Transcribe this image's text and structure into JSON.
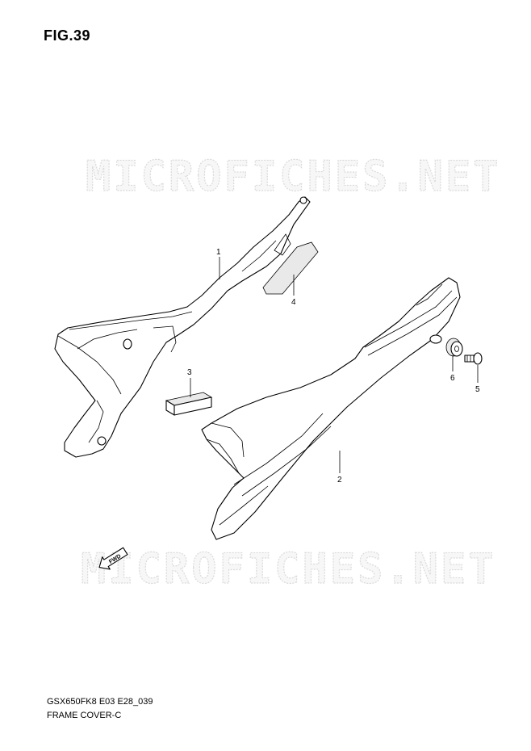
{
  "figure": {
    "title": "FIG.39",
    "code": "GSX650FK8 E03 E28_039",
    "name": "FRAME COVER-C"
  },
  "watermark": {
    "text": "MICROFICHES.NET",
    "color": "#dadada"
  },
  "callouts": [
    {
      "id": "1",
      "label": "1"
    },
    {
      "id": "2",
      "label": "2"
    },
    {
      "id": "3",
      "label": "3"
    },
    {
      "id": "4",
      "label": "4"
    },
    {
      "id": "5",
      "label": "5"
    },
    {
      "id": "6",
      "label": "6"
    }
  ],
  "direction": {
    "label": "FWD",
    "icon": "forward-arrow-icon"
  }
}
